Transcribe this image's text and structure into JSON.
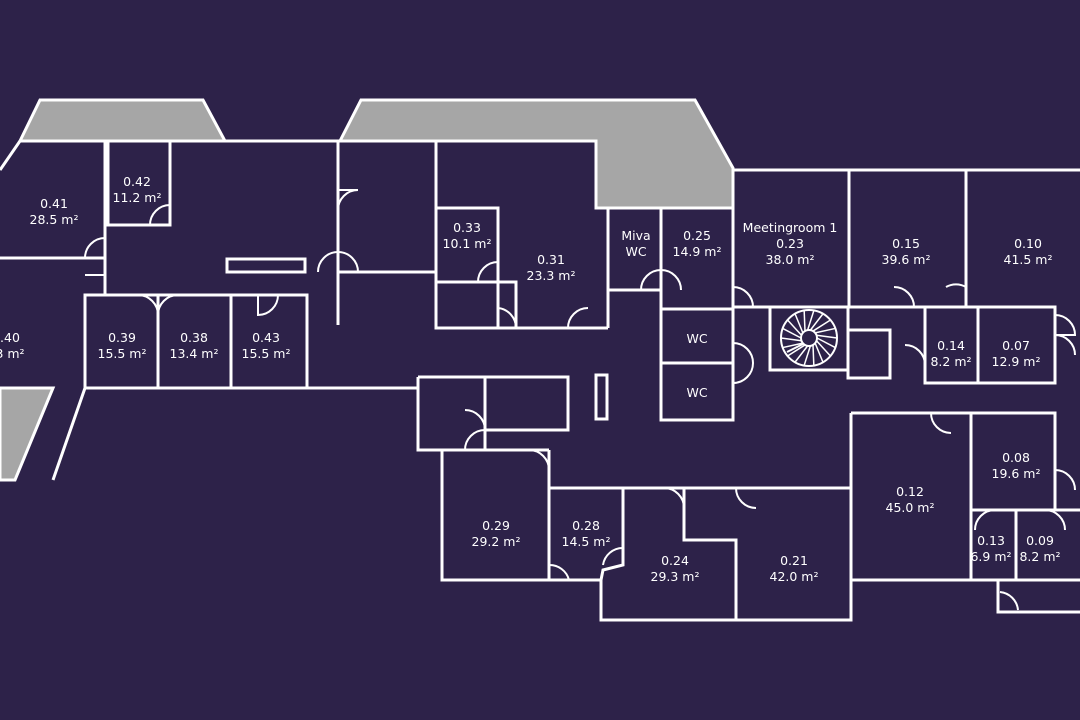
{
  "colors": {
    "background": "#2d2249",
    "walls": "#ffffff",
    "outdoor": "#a6a6a6",
    "text": "#ffffff"
  },
  "rooms": [
    {
      "id": "r041",
      "lines": [
        "0.41",
        "28.5 m²"
      ]
    },
    {
      "id": "r042",
      "lines": [
        "0.42",
        "11.2 m²"
      ]
    },
    {
      "id": "r040",
      "lines": [
        ".40",
        "3 m²"
      ]
    },
    {
      "id": "r039",
      "lines": [
        "0.39",
        "15.5 m²"
      ]
    },
    {
      "id": "r038",
      "lines": [
        "0.38",
        "13.4 m²"
      ]
    },
    {
      "id": "r043",
      "lines": [
        "0.43",
        "15.5 m²"
      ]
    },
    {
      "id": "r033",
      "lines": [
        "0.33",
        "10.1 m²"
      ]
    },
    {
      "id": "r031",
      "lines": [
        "0.31",
        "23.3 m²"
      ]
    },
    {
      "id": "miva",
      "lines": [
        "Miva",
        "WC"
      ]
    },
    {
      "id": "r025",
      "lines": [
        "0.25",
        "14.9 m²"
      ]
    },
    {
      "id": "r023",
      "lines": [
        "Meetingroom 1",
        "0.23",
        "38.0 m²"
      ]
    },
    {
      "id": "r015",
      "lines": [
        "0.15",
        "39.6 m²"
      ]
    },
    {
      "id": "r010",
      "lines": [
        "0.10",
        "41.5 m²"
      ]
    },
    {
      "id": "wc1",
      "lines": [
        "WC"
      ]
    },
    {
      "id": "wc2",
      "lines": [
        "WC"
      ]
    },
    {
      "id": "r014",
      "lines": [
        "0.14",
        "8.2 m²"
      ]
    },
    {
      "id": "r007",
      "lines": [
        "0.07",
        "12.9 m²"
      ]
    },
    {
      "id": "r012",
      "lines": [
        "0.12",
        "45.0 m²"
      ]
    },
    {
      "id": "r008",
      "lines": [
        "0.08",
        "19.6 m²"
      ]
    },
    {
      "id": "r013",
      "lines": [
        "0.13",
        "6.9 m²"
      ]
    },
    {
      "id": "r009",
      "lines": [
        "0.09",
        "8.2 m²"
      ]
    },
    {
      "id": "r029",
      "lines": [
        "0.29",
        "29.2 m²"
      ]
    },
    {
      "id": "r028",
      "lines": [
        "0.28",
        "14.5 m²"
      ]
    },
    {
      "id": "r024",
      "lines": [
        "0.24",
        "29.3 m²"
      ]
    },
    {
      "id": "r021",
      "lines": [
        "0.21",
        "42.0 m²"
      ]
    }
  ]
}
